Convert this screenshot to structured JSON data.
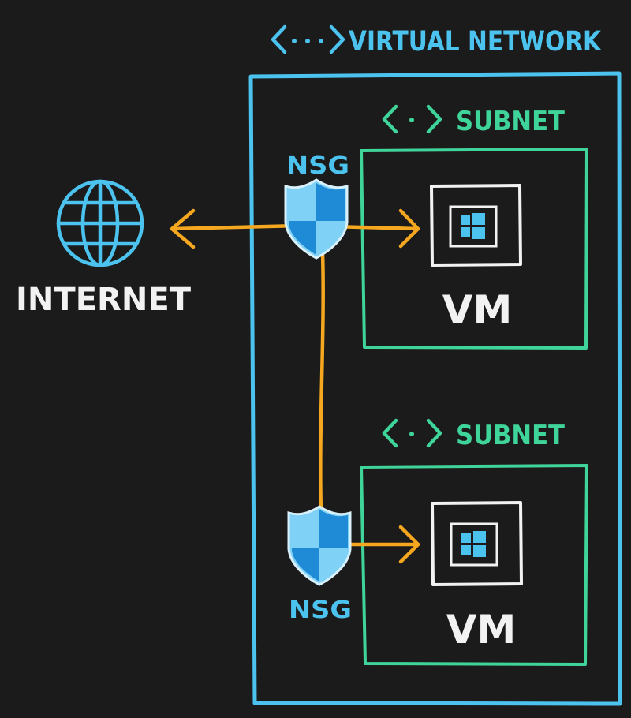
{
  "colors": {
    "background": "#1b1b1b",
    "vnet": "#4cc3ee",
    "subnet": "#3fd49a",
    "vm": "#f2f2f2",
    "arrow": "#f5a81f",
    "internet": "#4cc3ee",
    "nsg_light": "#7fd1f5",
    "nsg_dark": "#1f8ad6",
    "windows": "#4cc3ee"
  },
  "vnet": {
    "icon": "virtual-network-icon",
    "label": "VIRTUAL NETWORK"
  },
  "internet": {
    "icon": "globe-icon",
    "label": "INTERNET"
  },
  "subnets": [
    {
      "icon": "subnet-icon",
      "label": "SUBNET",
      "vm": {
        "icon": "windows-vm-icon",
        "label": "VM"
      },
      "nsg": {
        "icon": "shield-icon",
        "label": "NSG"
      }
    },
    {
      "icon": "subnet-icon",
      "label": "SUBNET",
      "vm": {
        "icon": "windows-vm-icon",
        "label": "VM"
      },
      "nsg": {
        "icon": "shield-icon",
        "label": "NSG"
      }
    }
  ]
}
